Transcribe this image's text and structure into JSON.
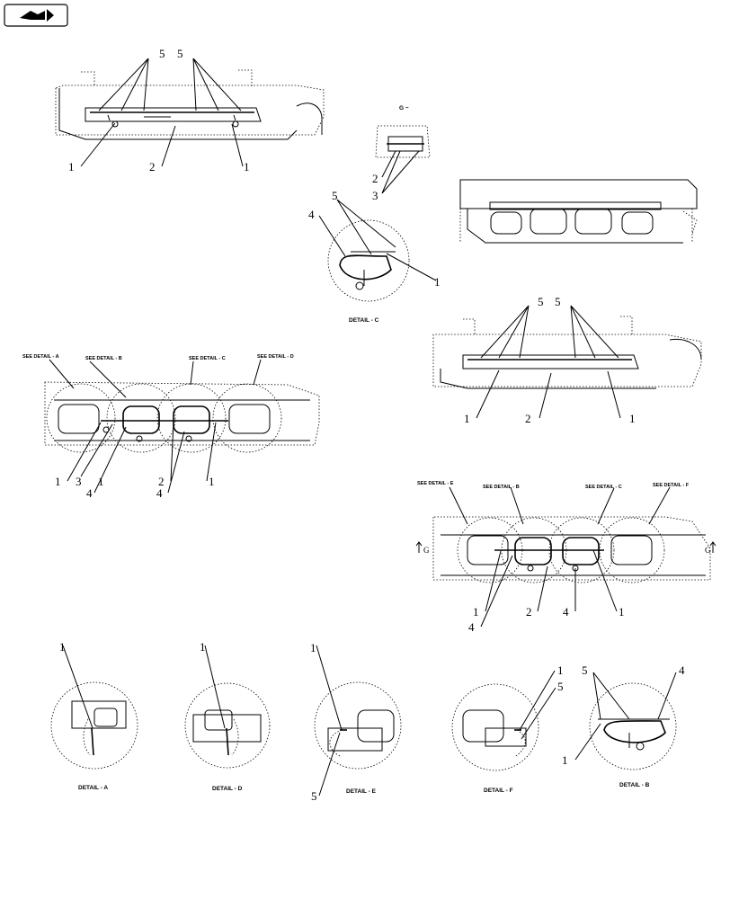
{
  "nav_icon": "next-page-arrow-icon",
  "callouts": {
    "c1": "1",
    "c2": "2",
    "c3": "3",
    "c4": "4",
    "c5": "5"
  },
  "view_g": {
    "title": "G ~",
    "arrow_label": "G"
  },
  "see_detail": {
    "a": "SEE DETAIL - A",
    "b": "SEE DETAIL - B",
    "c": "SEE DETAIL - C",
    "d": "SEE DETAIL - D",
    "e": "SEE DETAIL - E",
    "f": "SEE DETAIL - F"
  },
  "detail_titles": {
    "a": "DETAIL - A",
    "b": "DETAIL - B",
    "c": "DETAIL - C",
    "d": "DETAIL - D",
    "e": "DETAIL - E",
    "f": "DETAIL - F"
  }
}
